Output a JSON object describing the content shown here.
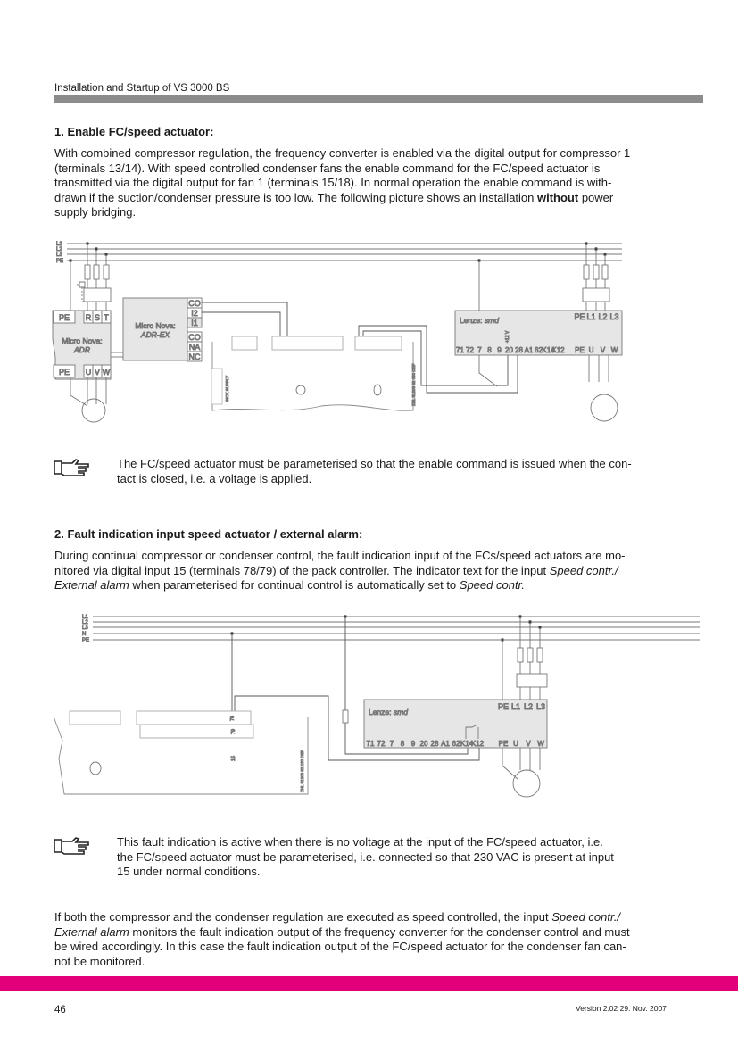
{
  "header": {
    "title": "Installation and Startup of VS 3000 BS"
  },
  "section1": {
    "heading": "1. Enable FC/speed actuator:",
    "body_lines": [
      "With combined compressor regulation, the frequency converter is enabled via the digital output for compressor 1",
      "(terminals 13/14). With speed controlled condenser fans the enable command for the FC/speed actuator is",
      "transmitted via the digital output for fan 1 (terminals 15/18). In normal operation the enable command is with-",
      "drawn if the suction/condenser pressure is too low. The following picture shows an installation "
    ],
    "body_bold": "without",
    "body_tail": " power",
    "body_last": "supply bridging.",
    "note_lines": [
      "The FC/speed actuator must be parameterised so that the enable command is issued when the con-",
      "tact is closed, i.e. a voltage is applied."
    ]
  },
  "diagram1": {
    "lines": [
      "L1",
      "L2",
      "L3",
      "PE"
    ],
    "adr": {
      "title": "Micro Nova:",
      "model": "ADR",
      "top_terminals": [
        "PE",
        "R",
        "S",
        "T"
      ],
      "bottom_terminals": [
        "PE",
        "U",
        "V",
        "W"
      ]
    },
    "adrex": {
      "title": "Micro Nova:",
      "model": "ADR-EX",
      "terminals": [
        "CO",
        "I2",
        "I1",
        "CO",
        "NA",
        "NC"
      ]
    },
    "lenze": {
      "title": "Lenze: ",
      "model": "smd",
      "top_terminals": [
        "PE",
        "L1",
        "L2",
        "L3"
      ],
      "bottom_terminals": [
        "71",
        "72",
        "7",
        "8",
        "9",
        "20",
        "28",
        "A1",
        "62",
        "K14",
        "K12"
      ],
      "motor_terminals": [
        "PE",
        "U",
        "V",
        "W"
      ],
      "voltage_label": "+12 V"
    },
    "board_label": "ZHL 51203 82 030 DEF",
    "supply_label": "SICK SUPPLY"
  },
  "section2": {
    "heading": "2. Fault indication input speed actuator / external alarm:",
    "body_lines": [
      "During continual compressor or condenser control, the fault indication input of the FCs/speed actuators are mo-",
      "nitored via digital input 15 (terminals 78/79) of the pack controller. The indicator text for the input "
    ],
    "italic1": "Speed contr./",
    "italic2": "External alarm",
    "body_mid": " when parameterised for continual control is automatically set to ",
    "italic3": "Speed contr.",
    "note_lines": [
      "This fault indication is active when there is no voltage at the input of the FC/speed actuator, i.e.",
      "the FC/speed actuator must be parameterised, i.e. connected so that 230 VAC is present at input",
      "15 under normal conditions."
    ]
  },
  "diagram2": {
    "lines": [
      "L1",
      "L2",
      "L3",
      "N",
      "PE"
    ],
    "lenze": {
      "title": "Lenze: ",
      "model": "smd",
      "top_terminals": [
        "PE",
        "L1",
        "L2",
        "L3"
      ],
      "bottom_terminals": [
        "71",
        "72",
        "7",
        "8",
        "9",
        "20",
        "28",
        "A1",
        "62",
        "K14",
        "K12"
      ],
      "motor_terminals": [
        "PE",
        "U",
        "V",
        "W"
      ]
    },
    "terminal_78": "78",
    "terminal_79": "79",
    "input_15": "15",
    "board_label": "ZHL 51203 82 130 DEF"
  },
  "closing": {
    "l1a": "If both the compressor and the condenser regulation are executed as speed controlled, the input ",
    "l1i": "Speed contr./",
    "l2i": "External alarm",
    "l2b": " monitors the fault indication output of the frequency converter for the condenser control and must",
    "l3": "be wired accordingly. In this case the fault indication output of the FC/speed actuator for the condenser fan can-",
    "l4": "not be monitored."
  },
  "footer": {
    "page_number": "46",
    "version": "Version 2.02   29. Nov. 2007"
  },
  "colors": {
    "accent": "#e2007a",
    "rule": "#8c8c8c"
  }
}
